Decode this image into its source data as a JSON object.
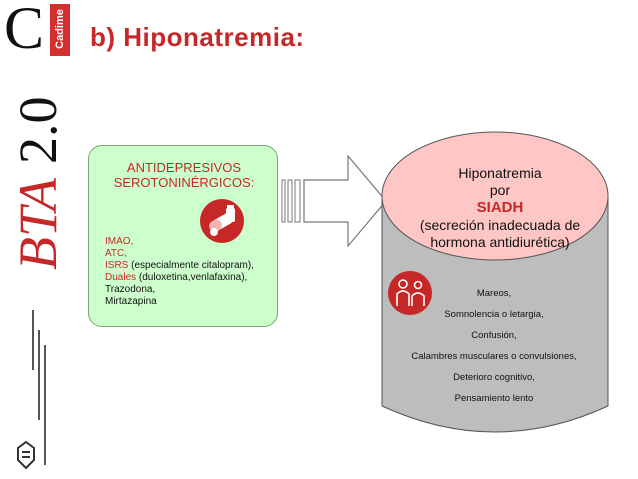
{
  "brand": {
    "letter": "C",
    "strip_text": "Cadime",
    "name": "BTA",
    "version": "2.0"
  },
  "page": {
    "title": "b) Hiponatremia:"
  },
  "green_box": {
    "title_line1": "ANTIDEPRESIVOS",
    "title_line2": "SEROTONINÉRGICOS:",
    "icon": "pills-icon",
    "items": [
      {
        "label": "IMAO,",
        "detail": ""
      },
      {
        "label": "ATC,",
        "detail": ""
      },
      {
        "label": "ISRS",
        "detail": " (especialmente citalopram),"
      },
      {
        "label": "Duales",
        "detail": " (duloxetina,venlafaxina),"
      },
      {
        "label": "",
        "detail": "Trazodona,"
      },
      {
        "label": "",
        "detail": "Mirtazapina"
      }
    ]
  },
  "cylinder": {
    "line1": "Hiponatremia",
    "line2": "por",
    "line3": "SIADH",
    "line4": "(secreción inadecuada de",
    "line5": "hormona antidiurética)",
    "icon": "patients-icon",
    "symptoms": [
      "Mareos,",
      "Somnolencia o letargia,",
      "Confusión,",
      "Calambres musculares o convulsiones,",
      "Deterioro cognitivo,",
      "Pensamiento lento"
    ]
  },
  "colors": {
    "accent_red": "#c62828",
    "green_fill": "#ccffcc",
    "pink_fill": "#ffc6c6",
    "cylinder_grey": "#bdbdbd"
  }
}
